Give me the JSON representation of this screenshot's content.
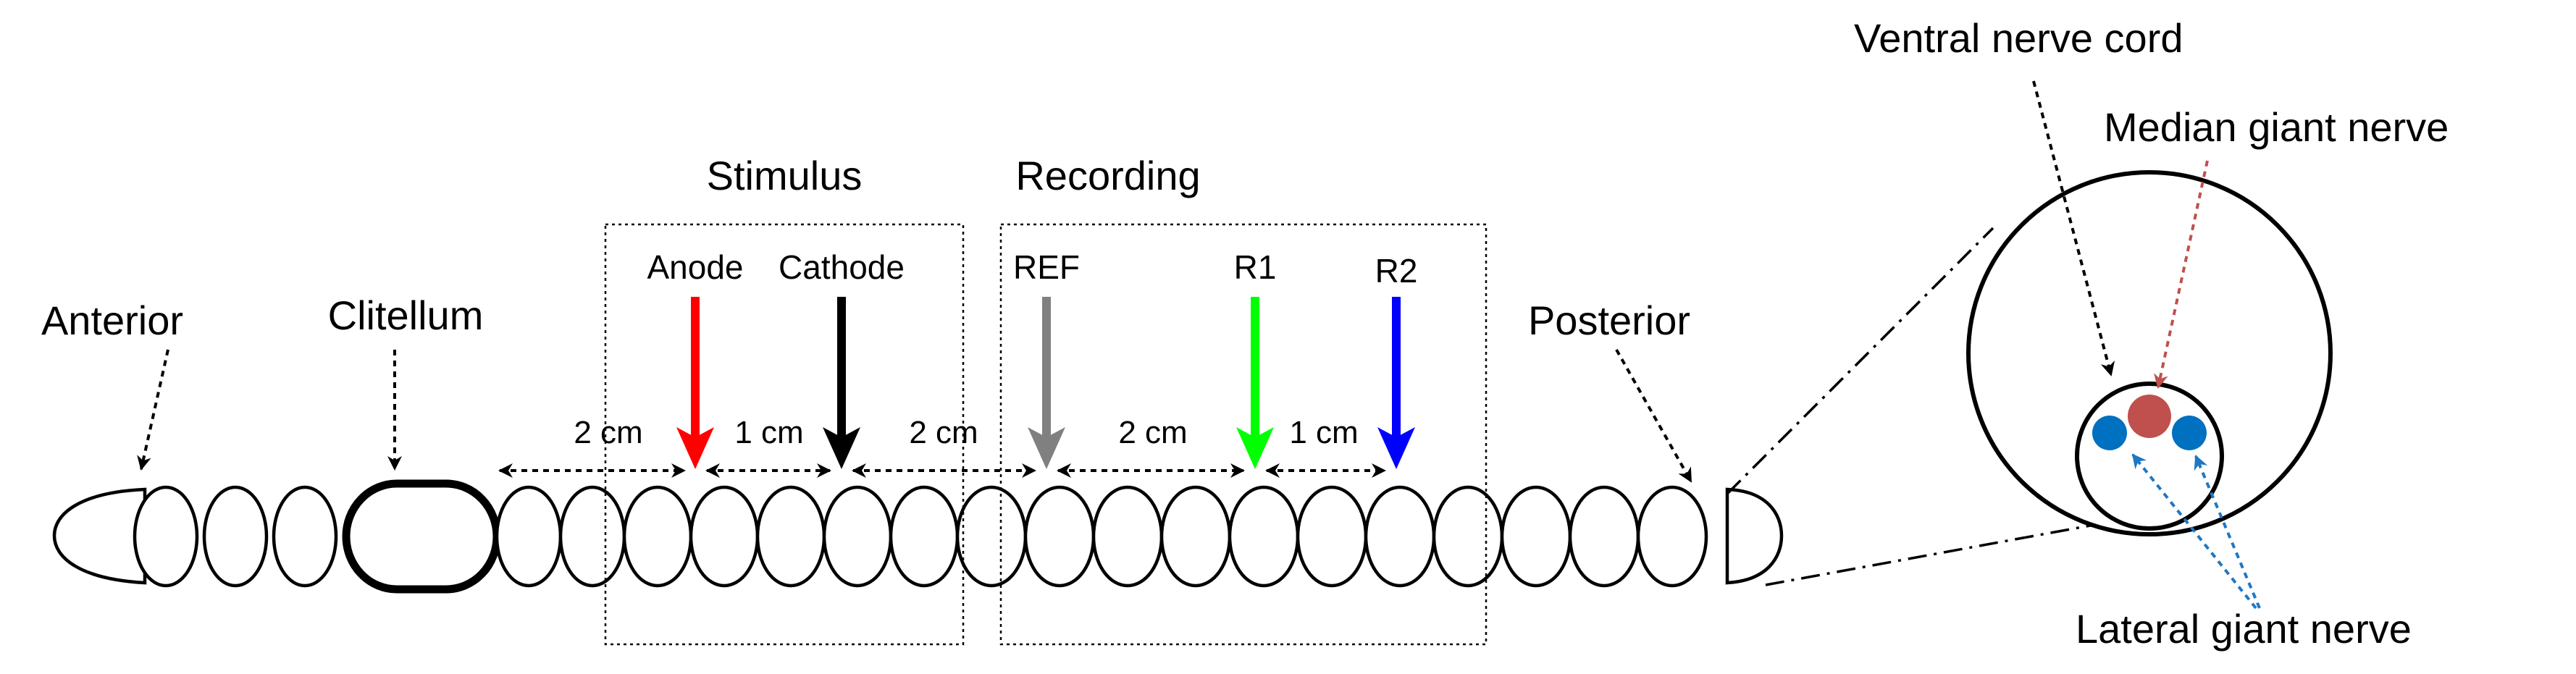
{
  "labels": {
    "anterior": "Anterior",
    "clitellum": "Clitellum",
    "posterior": "Posterior",
    "stimulus": "Stimulus",
    "recording": "Recording",
    "ventral_nerve_cord": "Ventral nerve cord",
    "median_giant_nerve": "Median giant nerve",
    "lateral_giant_nerve": "Lateral giant nerve"
  },
  "electrodes": [
    {
      "name": "Anode",
      "color": "#ff0000"
    },
    {
      "name": "Cathode",
      "color": "#000000"
    },
    {
      "name": "REF",
      "color": "#808080"
    },
    {
      "name": "R1",
      "color": "#00ff00"
    },
    {
      "name": "R2",
      "color": "#0000ff"
    }
  ],
  "distances": [
    "2 cm",
    "1 cm",
    "2 cm",
    "2 cm",
    "1 cm"
  ],
  "colors": {
    "median_nerve": "#c0504d",
    "lateral_nerve": "#0070c0",
    "lateral_pointer": "#1f77c4",
    "median_pointer": "#c0504d"
  }
}
